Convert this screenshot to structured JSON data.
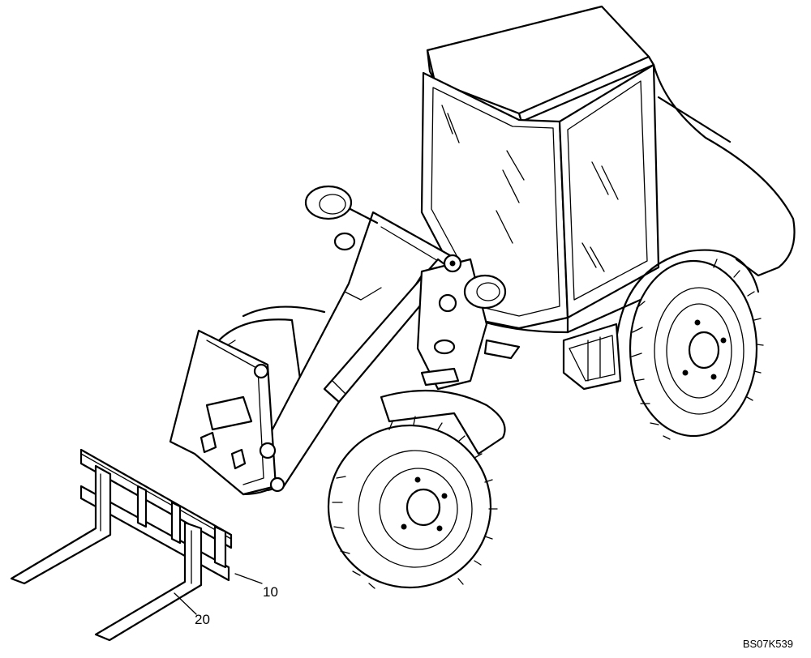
{
  "callouts": [
    {
      "id": "10",
      "label": "10"
    },
    {
      "id": "20",
      "label": "20"
    }
  ],
  "drawing_code": "BS07K539",
  "colors": {
    "ink": "#000000",
    "paper": "#ffffff"
  }
}
